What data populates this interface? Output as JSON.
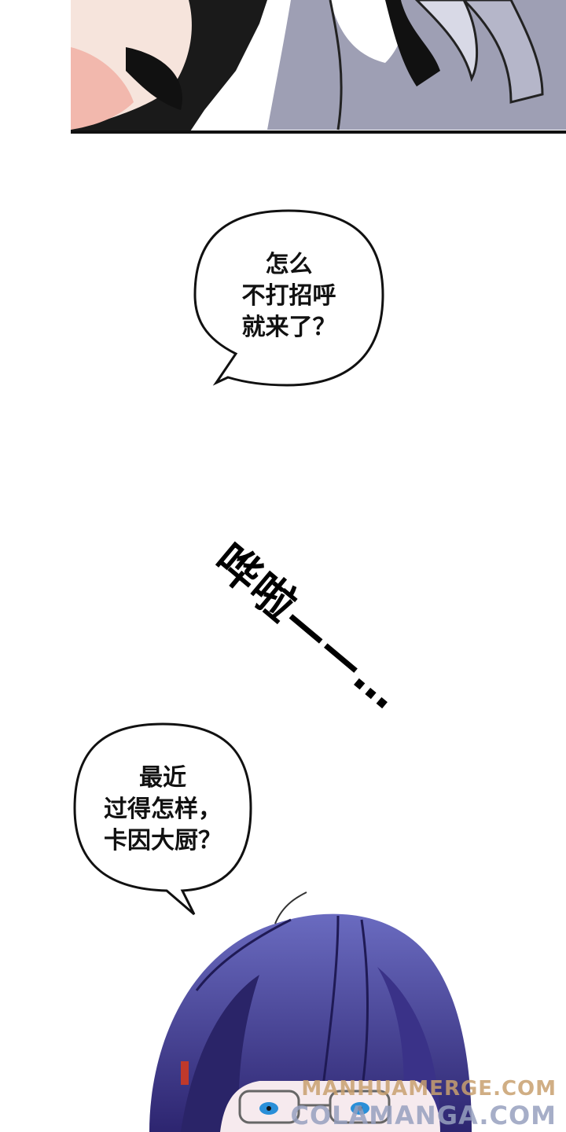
{
  "bubbles": [
    {
      "lines": [
        "怎么",
        "不打招呼",
        "就来了？"
      ]
    },
    {
      "lines": [
        "最近",
        "过得怎样，",
        "卡因大厨？"
      ]
    }
  ],
  "sound_effect": {
    "text": "哗啦",
    "trail": "——…"
  },
  "watermarks": [
    "MANHUAMERGE.COM",
    "COLAMANGA.COM"
  ],
  "colors": {
    "sleeve": "#9e9fb4",
    "hair": "#4a3f9a",
    "skin": "#f3b3a8",
    "background": "#ffffff"
  }
}
